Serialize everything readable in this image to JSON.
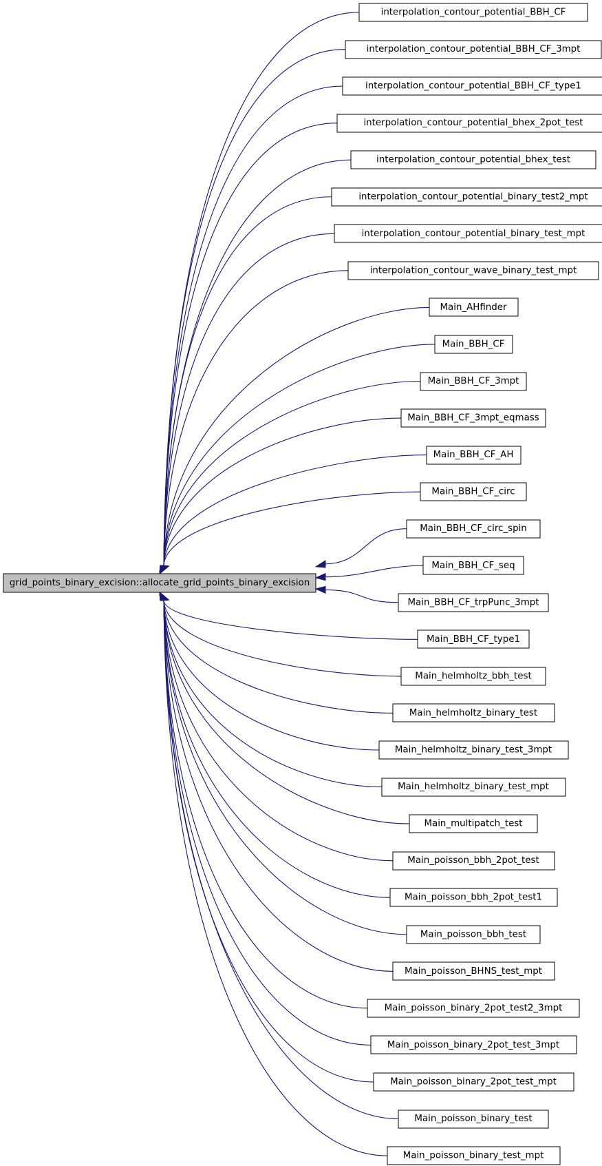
{
  "graph": {
    "root": {
      "label": "grid_points_binary_excision::allocate_grid_points_binary_excision",
      "is_current": true
    },
    "callers": [
      {
        "label": "interpolation_contour_potential_BBH_CF"
      },
      {
        "label": "interpolation_contour_potential_BBH_CF_3mpt"
      },
      {
        "label": "interpolation_contour_potential_BBH_CF_type1"
      },
      {
        "label": "interpolation_contour_potential_bhex_2pot_test"
      },
      {
        "label": "interpolation_contour_potential_bhex_test"
      },
      {
        "label": "interpolation_contour_potential_binary_test2_mpt"
      },
      {
        "label": "interpolation_contour_potential_binary_test_mpt"
      },
      {
        "label": "interpolation_contour_wave_binary_test_mpt"
      },
      {
        "label": "Main_AHfinder"
      },
      {
        "label": "Main_BBH_CF"
      },
      {
        "label": "Main_BBH_CF_3mpt"
      },
      {
        "label": "Main_BBH_CF_3mpt_eqmass"
      },
      {
        "label": "Main_BBH_CF_AH"
      },
      {
        "label": "Main_BBH_CF_circ"
      },
      {
        "label": "Main_BBH_CF_circ_spin"
      },
      {
        "label": "Main_BBH_CF_seq"
      },
      {
        "label": "Main_BBH_CF_trpPunc_3mpt"
      },
      {
        "label": "Main_BBH_CF_type1"
      },
      {
        "label": "Main_helmholtz_bbh_test"
      },
      {
        "label": "Main_helmholtz_binary_test"
      },
      {
        "label": "Main_helmholtz_binary_test_3mpt"
      },
      {
        "label": "Main_helmholtz_binary_test_mpt"
      },
      {
        "label": "Main_multipatch_test"
      },
      {
        "label": "Main_poisson_bbh_2pot_test"
      },
      {
        "label": "Main_poisson_bbh_2pot_test1"
      },
      {
        "label": "Main_poisson_bbh_test"
      },
      {
        "label": "Main_poisson_BHNS_test_mpt"
      },
      {
        "label": "Main_poisson_binary_2pot_test2_3mpt"
      },
      {
        "label": "Main_poisson_binary_2pot_test_3mpt"
      },
      {
        "label": "Main_poisson_binary_2pot_test_mpt"
      },
      {
        "label": "Main_poisson_binary_test"
      },
      {
        "label": "Main_poisson_binary_test_mpt"
      }
    ],
    "colors": {
      "edge": "#191970",
      "root_fill": "#bfbfbf",
      "node_fill": "#ffffff",
      "border": "#000000"
    }
  }
}
